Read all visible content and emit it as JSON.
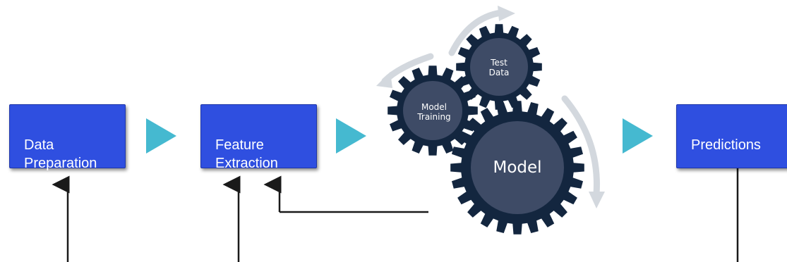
{
  "stages": {
    "data_preparation": "Data\nPreparation",
    "feature_extraction": "Feature\nExtraction",
    "predictions": "Predictions"
  },
  "gears": {
    "test_data": "Test\nData",
    "model_training": "Model\nTraining",
    "model": "Model"
  },
  "colors": {
    "box_fill": "#2f4fe0",
    "arrow_fill": "#45b9d0",
    "gear_dark": "#13263f",
    "gear_inner": "#3e4b66",
    "cycle_arrow": "#d3d8de",
    "line": "#1a1a1a"
  }
}
